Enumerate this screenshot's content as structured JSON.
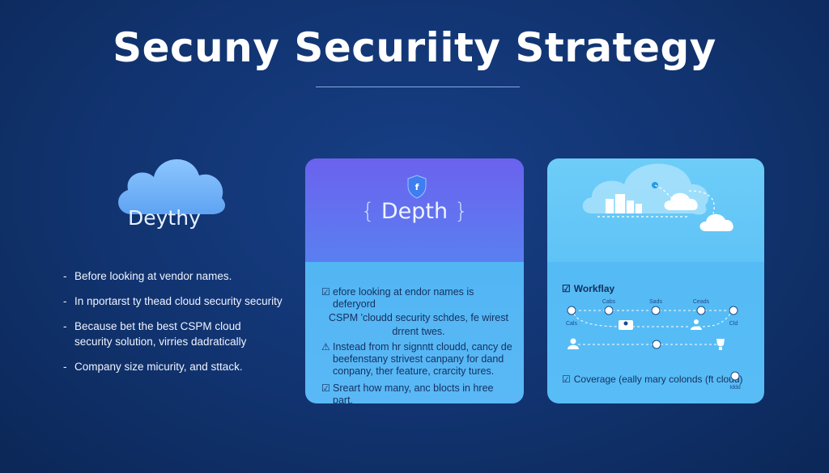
{
  "header": {
    "title": "Secuny Securiity Strategy"
  },
  "left_panel": {
    "cloud_label": "Deythy",
    "bullets": [
      {
        "marker": "-",
        "lines": [
          "Before looking at vendor names."
        ]
      },
      {
        "marker": "-",
        "lines": [
          "In nportarst ty thead cloud security security"
        ]
      },
      {
        "marker": "-",
        "lines": [
          "Because bet the best CSPM cloud",
          "security solution, virries dadratically"
        ]
      },
      {
        "marker": "-",
        "lines": [
          "Company size micurity, and sttack."
        ]
      }
    ]
  },
  "card_depth": {
    "shield_letter": "f",
    "bracket_open": "{",
    "label": "Depth",
    "bracket_close": "}",
    "items": [
      {
        "icon": "☑",
        "lines": [
          "efore looking at endor names is deferyord"
        ]
      },
      {
        "icon": "",
        "lines": [
          "CSPM 'cloudd security schdes, fe wirest"
        ],
        "center": true
      },
      {
        "icon": "",
        "lines": [
          "drrent twes."
        ],
        "center": true
      },
      {
        "icon": "⚠",
        "lines": [
          "Instead from hr signntt cloudd, cancy de",
          "beefenstany strivest canpany for dand",
          "conpany, ther feature, crarcity tures."
        ]
      },
      {
        "icon": "☑",
        "lines": [
          "Sreart how many, anc blocts in hree part."
        ]
      }
    ]
  },
  "card_workflow": {
    "heading": "Workflay",
    "coverage": "Coverage (eally mary colonds (ft cloud)",
    "node_labels": {
      "n1": "Cals",
      "n2": "Cabs",
      "n3": "Sads",
      "n4": "Ceads",
      "n5": "Cld",
      "n6": "Iddd"
    }
  },
  "colors": {
    "background": "#11336f",
    "card_purple": "#6b62ee",
    "card_blue": "#55bbf5",
    "text_dark": "#14305f"
  }
}
